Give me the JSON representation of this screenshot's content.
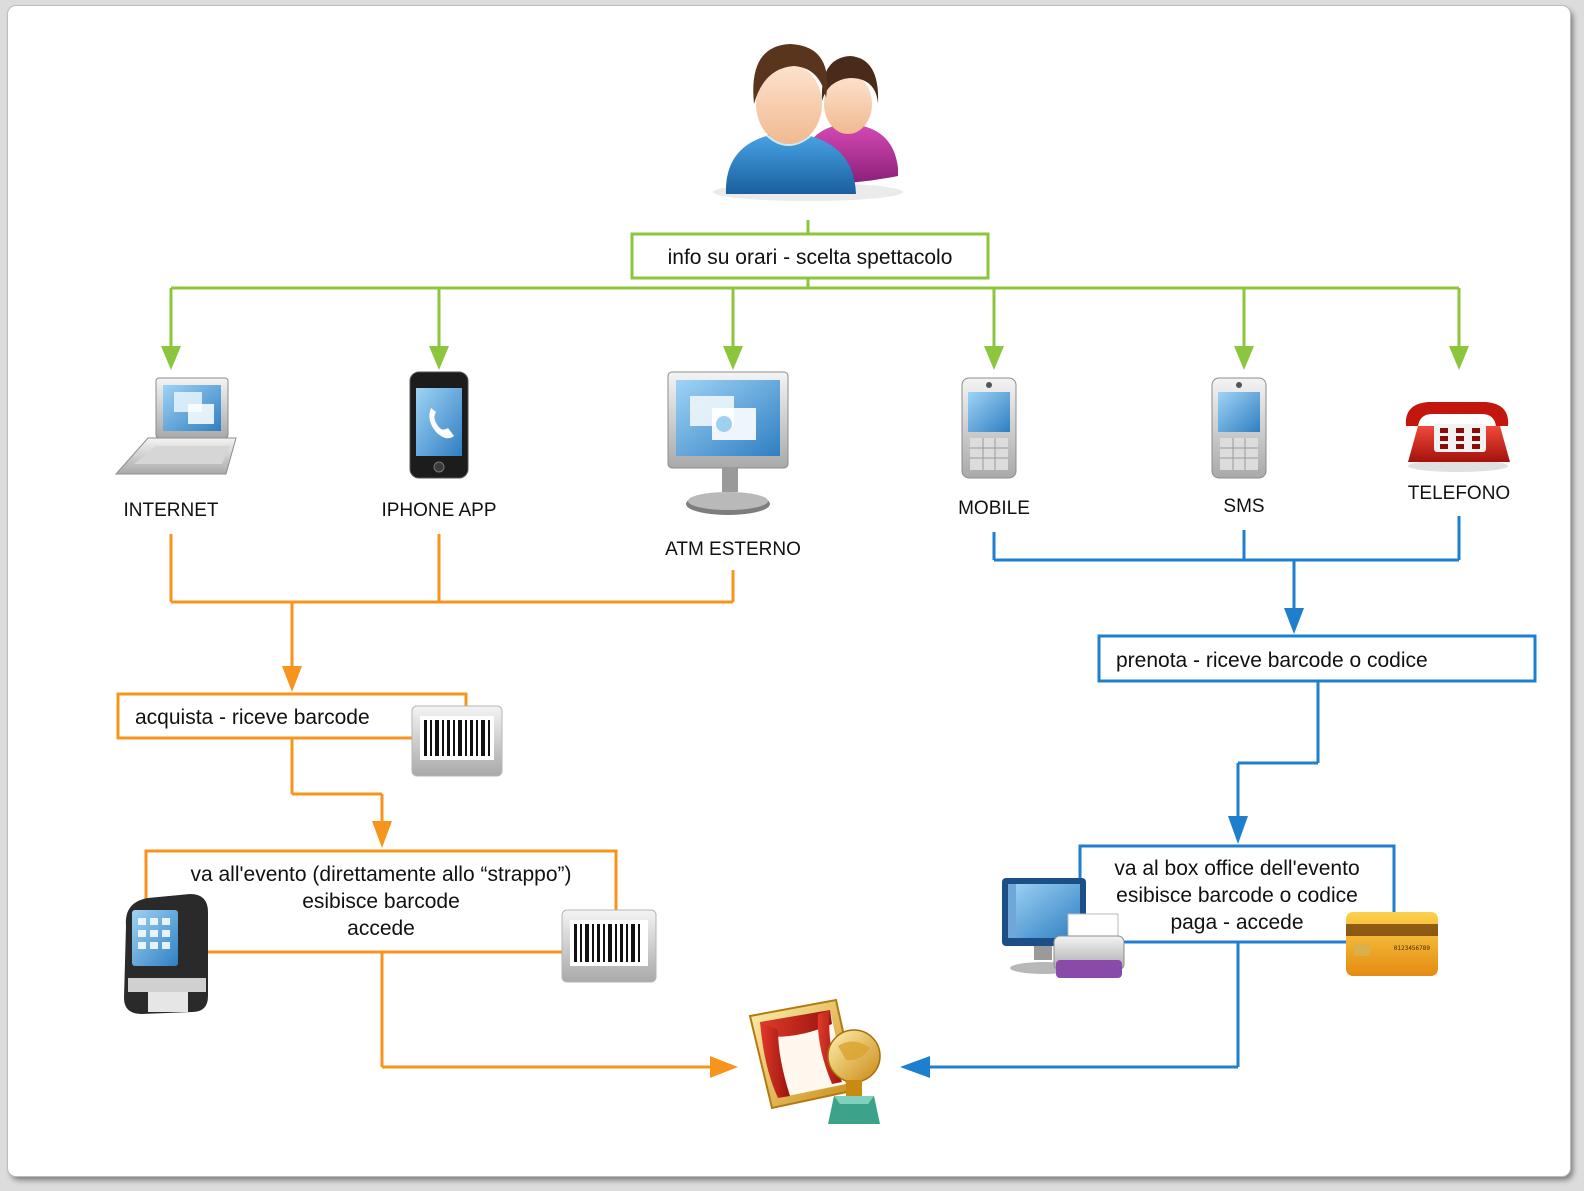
{
  "top_box": {
    "text": "info su orari - scelta spettacolo",
    "color": "#8cc63e"
  },
  "channels": {
    "internet": {
      "label": "INTERNET",
      "icon": "laptop-icon"
    },
    "iphone": {
      "label": "IPHONE APP",
      "icon": "smartphone-icon"
    },
    "atm": {
      "label": "ATM ESTERNO",
      "icon": "monitor-icon"
    },
    "mobile": {
      "label": "MOBILE",
      "icon": "mobile-phone-icon"
    },
    "sms": {
      "label": "SMS",
      "icon": "mobile-phone-icon"
    },
    "telefono": {
      "label": "TELEFONO",
      "icon": "desk-telephone-icon"
    }
  },
  "orange_path": {
    "color": "#f7941d",
    "step1": "acquista - riceve barcode",
    "step2": {
      "line1": "va all'evento (direttamente allo “strappo”)",
      "line2": "esibisce barcode",
      "line3": "accede"
    }
  },
  "blue_path": {
    "color": "#1f7fcf",
    "step1": "prenota - riceve barcode o codice",
    "step2": {
      "line1": "va al box office dell'evento",
      "line2": "esibisce barcode o codice",
      "line3": "paga - accede"
    }
  },
  "icons": {
    "users": "users-icon",
    "barcode": "barcode-icon",
    "ticket_reader": "ticket-scanner-icon",
    "box_office_pc": "computer-printer-icon",
    "credit_card": "credit-card-icon",
    "theatre": "theatre-stage-icon"
  },
  "credit_card_number": "0123456789"
}
